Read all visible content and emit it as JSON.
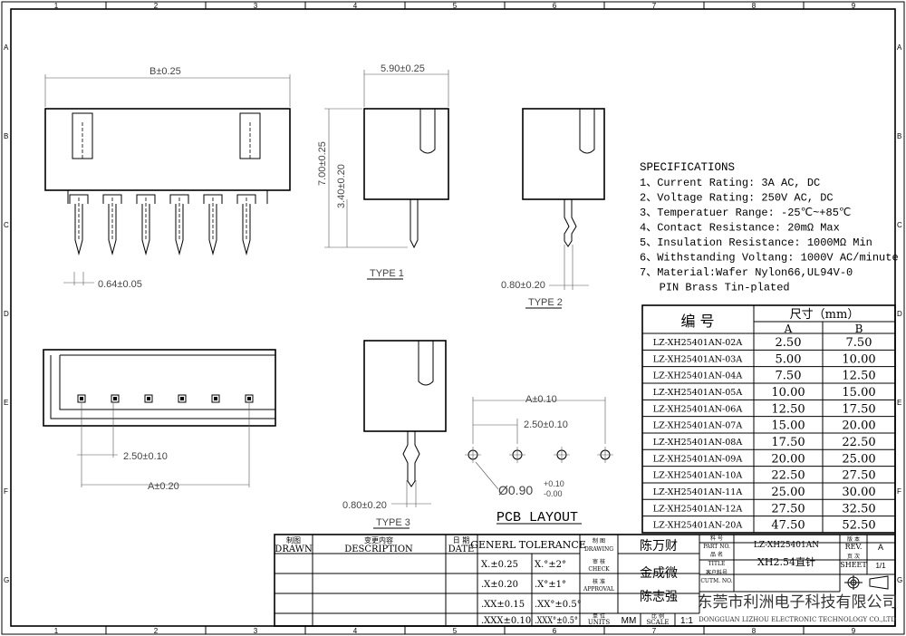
{
  "zones": {
    "columns": [
      "1",
      "2",
      "3",
      "4",
      "5",
      "6",
      "7",
      "8",
      "9"
    ],
    "rows": [
      "A",
      "B",
      "C",
      "D",
      "E",
      "F",
      "G"
    ]
  },
  "views": {
    "dim_b": "B±0.25",
    "dim_pin_width": "0.64±0.05",
    "dim_width": "5.90±0.25",
    "dim_height": "7.00±0.25",
    "dim_pin_len": "3.40±0.20",
    "type1": "TYPE 1",
    "type2_dim": "0.80±0.20",
    "type2": "TYPE 2",
    "pitch_bottom": "2.50±0.10",
    "dim_a_bottom": "A±0.20",
    "type3_dim": "0.80±0.20",
    "type3": "TYPE 3",
    "pcb_dim_a": "A±0.10",
    "pcb_pitch": "2.50±0.10",
    "pcb_hole": "Ø0.90",
    "pcb_hole_tol_plus": "+0.10",
    "pcb_hole_tol_minus": "-0.00",
    "pcb_layout": "PCB LAYOUT"
  },
  "specifications": {
    "title": "SPECIFICATIONS",
    "items": [
      "1、Current Rating: 3A AC, DC",
      "2、Voltage Rating: 250V AC, DC",
      "3、Temperatuer Range: -25℃~+85℃",
      "4、Contact Resistance: 20mΩ Max",
      "5、Insulation Resistance: 1000MΩ Min",
      "6、Withstanding Voltang: 1000V AC/minute",
      "7、Material:Wafer Nylon66,UL94V-0",
      "   PIN Brass Tin-plated"
    ]
  },
  "parts_table": {
    "header_part": "编  号",
    "header_size": "尺寸（mm）",
    "header_a": "A",
    "header_b": "B",
    "rows": [
      {
        "part": "LZ-XH25401AN-02A",
        "a": "2.50",
        "b": "7.50"
      },
      {
        "part": "LZ-XH25401AN-03A",
        "a": "5.00",
        "b": "10.00"
      },
      {
        "part": "LZ-XH25401AN-04A",
        "a": "7.50",
        "b": "12.50"
      },
      {
        "part": "LZ-XH25401AN-05A",
        "a": "10.00",
        "b": "15.00"
      },
      {
        "part": "LZ-XH25401AN-06A",
        "a": "12.50",
        "b": "17.50"
      },
      {
        "part": "LZ-XH25401AN-07A",
        "a": "15.00",
        "b": "20.00"
      },
      {
        "part": "LZ-XH25401AN-08A",
        "a": "17.50",
        "b": "22.50"
      },
      {
        "part": "LZ-XH25401AN-09A",
        "a": "20.00",
        "b": "25.00"
      },
      {
        "part": "LZ-XH25401AN-10A",
        "a": "22.50",
        "b": "27.50"
      },
      {
        "part": "LZ-XH25401AN-11A",
        "a": "25.00",
        "b": "30.00"
      },
      {
        "part": "LZ-XH25401AN-12A",
        "a": "27.50",
        "b": "32.50"
      },
      {
        "part": "LZ-XH25401AN-20A",
        "a": "47.50",
        "b": "52.50"
      }
    ]
  },
  "title_block": {
    "drawn_cn": "制图",
    "drawn_en": "DRAWN",
    "desc_cn": "变更内容",
    "desc_en": "DESCRIPTION",
    "date_cn": "日 期",
    "date_en": "DATE",
    "tolerance_title": "GENERL TOLERANCE",
    "tolerances": [
      [
        "X.±0.25",
        "X.°±2°"
      ],
      [
        ".X±0.20",
        ".X°±1°"
      ],
      [
        ".XX±0.15",
        ".XX°±0.5°"
      ],
      [
        ".XXX±0.10",
        ".XXX°±0.5°"
      ]
    ],
    "drawing_cn": "制 图",
    "drawing_en": "DRAWING",
    "drawing_name": "陈万财",
    "check_cn": "审 核",
    "check_en": "CHECK",
    "check_name": "金成微",
    "approval_cn": "核 准",
    "approval_en": "APPROVAL",
    "approval_name": "陈志强",
    "units_cn": "单 位",
    "units_en": "UNITS",
    "units": "MM",
    "scale_cn": "比 例",
    "scale_en": "SCALE",
    "scale": "1:1",
    "part_no_cn": "料 号",
    "part_no_en": "PART NO.",
    "part_no": "LZ-XH25401AN",
    "title_cn": "品 名",
    "title_en": "TITLE",
    "title": "XH2.54直针",
    "cutm_cn": "客户料号",
    "cutm_en": "CUTM. NO.",
    "cutm": "",
    "rev_cn": "版 本",
    "rev_en": "REV.",
    "rev": "A",
    "sheet_cn": "页 次",
    "sheet_en": "SHEET",
    "sheet": "1/1",
    "company_cn": "东莞市利洲电子科技有限公司",
    "company_en": "DONGGUAN LIZHOU ELECTRONIC TECHNOLOGY CO.,LTD"
  }
}
